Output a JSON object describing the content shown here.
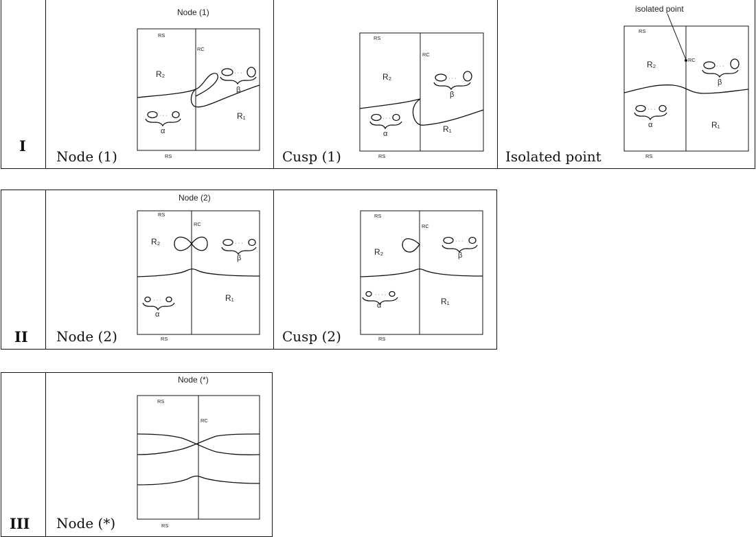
{
  "rows": [
    {
      "label": "I",
      "cells": [
        {
          "caption": "Node (1)",
          "fig_title": "Node (1)",
          "rs_top": "RS",
          "rc": "RC",
          "rs_bottom": "RS",
          "r2": "R₂",
          "r1": "R₁",
          "alpha": "α",
          "beta": "β"
        },
        {
          "caption": "Cusp (1)",
          "rs_top": "RS",
          "rc": "RC",
          "rs_bottom": "RS",
          "r2": "R₂",
          "r1": "R₁",
          "alpha": "α",
          "beta": "β"
        },
        {
          "caption": "Isolated point",
          "callout": "isolated point",
          "rs_top": "RS",
          "rc": "RC",
          "rs_bottom": "RS",
          "r2": "R₂",
          "r1": "R₁",
          "alpha": "α",
          "beta": "β"
        }
      ]
    },
    {
      "label": "II",
      "cells": [
        {
          "caption": "Node (2)",
          "fig_title": "Node (2)",
          "rs_top": "RS",
          "rc": "RC",
          "rs_bottom": "RS",
          "r2": "R₂",
          "r1": "R₁",
          "alpha": "α",
          "beta": "β"
        },
        {
          "caption": "Cusp (2)",
          "rs_top": "RS",
          "rc": "RC",
          "rs_bottom": "RS",
          "r2": "R₂",
          "r1": "R₁",
          "alpha": "α",
          "beta": "β"
        }
      ]
    },
    {
      "label": "III",
      "cells": [
        {
          "caption": "Node (*)",
          "fig_title": "Node (*)",
          "rs_top": "RS",
          "rc": "RC",
          "rs_bottom": "RS"
        }
      ]
    }
  ]
}
